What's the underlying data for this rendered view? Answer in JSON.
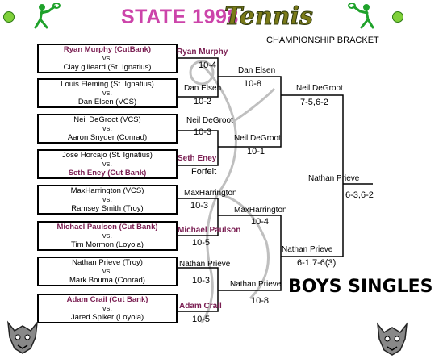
{
  "header": {
    "title_state": "STATE 1998",
    "title_tennis": "Tennis",
    "subtitle": "CHAMPIONSHIP BRACKET",
    "division": "BOYS SINGLES"
  },
  "colors": {
    "state_title": "#cc44aa",
    "tennis_title": "#7a7a18",
    "tennis_outline": "#2f3a10",
    "winner_text": "#7a1e52",
    "tennis_player_icon": "#1fa22b"
  },
  "round1": [
    {
      "top": "Ryan Murphy (CutBank)",
      "vs": "vs.",
      "bottom": "Clay gilleard (St. Ignatius)",
      "top_winner": true,
      "bottom_winner": false
    },
    {
      "top": "Louis Fleming (St. Ignatius)",
      "vs": "vs.",
      "bottom": "Dan Elsen (VCS)",
      "top_winner": false,
      "bottom_winner": false
    },
    {
      "top": "Neil DeGroot (VCS)",
      "vs": "vs.",
      "bottom": "Aaron Snyder (Conrad)",
      "top_winner": false,
      "bottom_winner": false
    },
    {
      "top": "Jose Horcajo (St. Ignatius)",
      "vs": "vs.",
      "bottom": "Seth Eney (Cut Bank)",
      "top_winner": false,
      "bottom_winner": true
    },
    {
      "top": "MaxHarrington (VCS)",
      "vs": "vs.",
      "bottom": "Ramsey Smith (Troy)",
      "top_winner": false,
      "bottom_winner": false
    },
    {
      "top": "Michael Paulson (Cut Bank)",
      "vs": "vs.",
      "bottom": "Tim Mormon (Loyola)",
      "top_winner": true,
      "bottom_winner": false
    },
    {
      "top": "Nathan Prieve (Troy)",
      "vs": "vs.",
      "bottom": "Mark Bouma (Conrad)",
      "top_winner": false,
      "bottom_winner": false
    },
    {
      "top": "Adam Crail (Cut Bank)",
      "vs": "vs.",
      "bottom": "Jared Spiker (Loyola)",
      "top_winner": true,
      "bottom_winner": false
    }
  ],
  "round2": [
    {
      "name": "Ryan Murphy",
      "score": "10-4"
    },
    {
      "name": "Dan Elsen",
      "score": "10-2"
    },
    {
      "name": "Neil DeGroot",
      "score": "10-3"
    },
    {
      "name": "Seth Eney",
      "score": "Forfeit"
    },
    {
      "name": "MaxHarrington",
      "score": "10-3"
    },
    {
      "name": "Michael Paulson",
      "score": "10-5"
    },
    {
      "name": "Nathan Prieve",
      "score": "10-3"
    },
    {
      "name": "Adam Crail",
      "score": "10-5"
    }
  ],
  "quarter": [
    {
      "name": "Dan Elsen",
      "score": "10-8"
    },
    {
      "name": "Neil DeGroot",
      "score": "10-1"
    },
    {
      "name": "MaxHarrington",
      "score": "10-4"
    },
    {
      "name": "Nathan Prieve",
      "score": "10-8"
    }
  ],
  "semi": [
    {
      "name": "Neil DeGroot",
      "score": "7-5,6-2"
    },
    {
      "name": "Nathan Prieve",
      "score": "6-1,7-6(3)"
    }
  ],
  "final": {
    "name": "Nathan Prieve",
    "score": "6-3,6-2"
  }
}
